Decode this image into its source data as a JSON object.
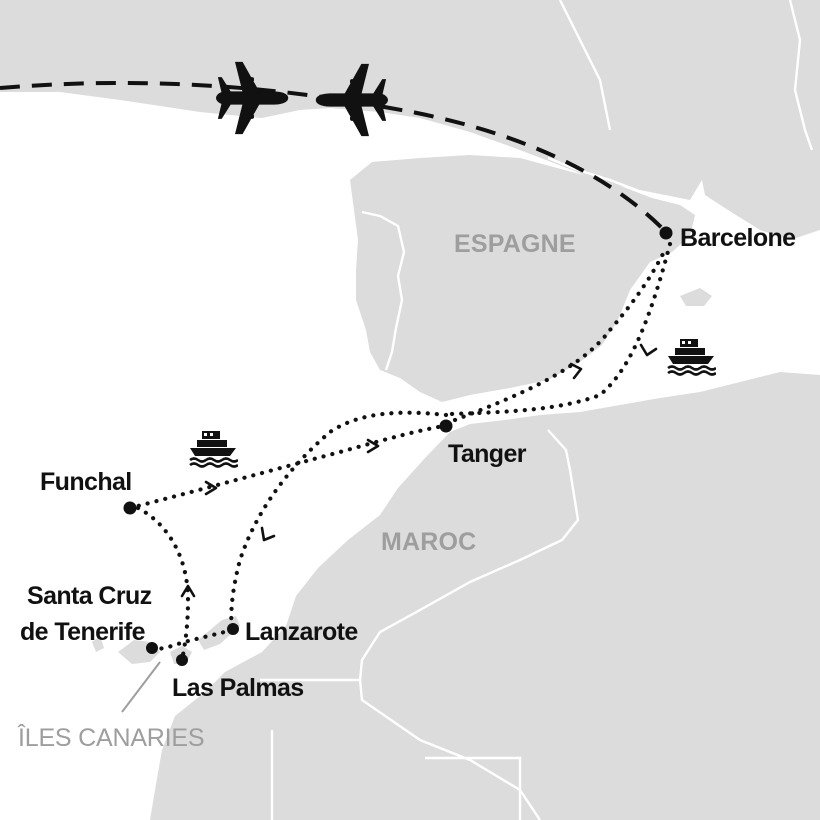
{
  "map": {
    "countries": {
      "spain": "ESPAGNE",
      "morocco": "MAROC"
    },
    "region_label": "ÎLES CANARIES",
    "stops": {
      "barcelona": "Barcelone",
      "tangier": "Tanger",
      "funchal": "Funchal",
      "tenerife_line1": "Santa Cruz",
      "tenerife_line2": "de Tenerife",
      "lanzarote": "Lanzarote",
      "las_palmas": "Las Palmas"
    },
    "icons": {
      "plane": "plane-icon",
      "ship": "ship-icon"
    },
    "colors": {
      "land": "#dcdcdc",
      "sea": "#ffffff",
      "route": "#111111",
      "label": "#111111",
      "muted_label": "#9e9e9e"
    }
  }
}
